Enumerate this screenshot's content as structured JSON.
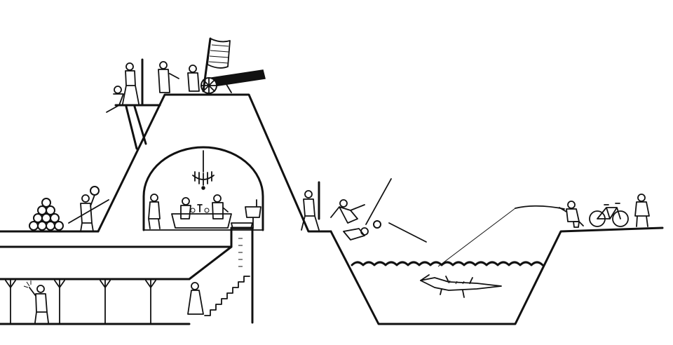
{
  "illustration": {
    "title": "",
    "colors": {
      "ink": "#111111",
      "paper": "#ffffff"
    },
    "elements": [
      "fortress-mound",
      "cannon",
      "flag",
      "vaulted-dining-hall",
      "chandelier",
      "underground-corridor",
      "staircase",
      "moat",
      "crocodile",
      "cannonball-pyramid",
      "bicycle",
      "fishing-rod"
    ]
  }
}
